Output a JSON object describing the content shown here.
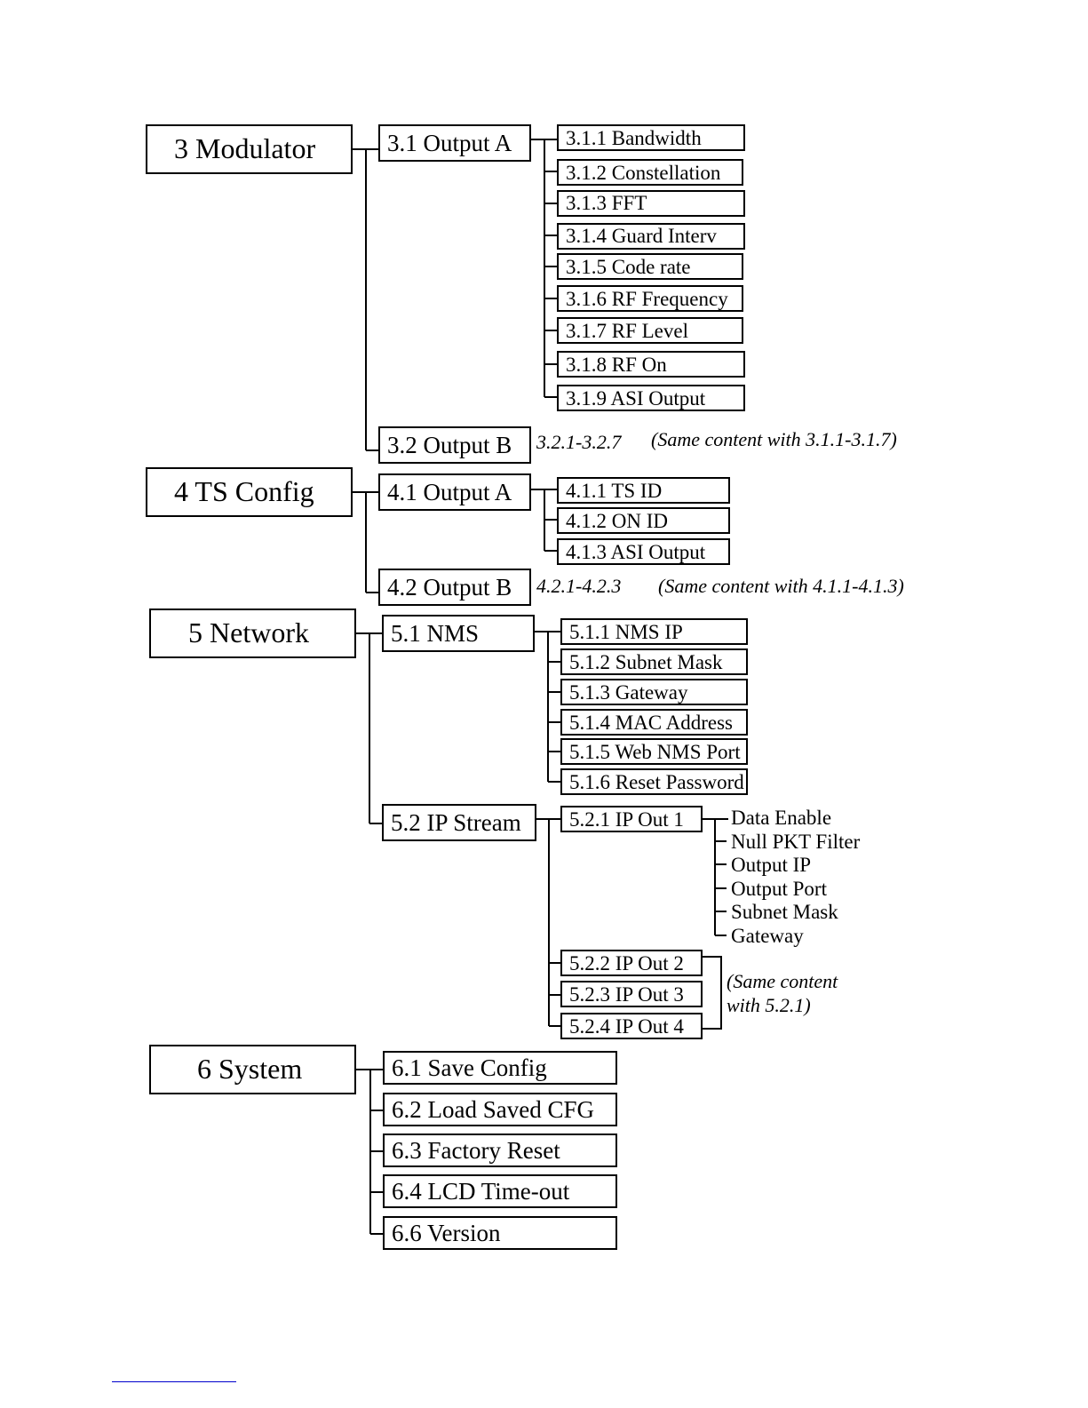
{
  "sections": {
    "modulator": {
      "title": "3 Modulator",
      "output_a": "3.1 Output A",
      "output_a_items": [
        "3.1.1 Bandwidth",
        "3.1.2 Constellation",
        "3.1.3 FFT",
        "3.1.4 Guard Interv",
        "3.1.5 Code rate",
        "3.1.6 RF Frequency",
        "3.1.7 RF Level",
        "3.1.8 RF On",
        "3.1.9 ASI Output"
      ],
      "output_b": "3.2 Output B",
      "output_b_range": "3.2.1-3.2.7",
      "output_b_note": "(Same content with 3.1.1-3.1.7)"
    },
    "ts_config": {
      "title": "4 TS Config",
      "output_a": "4.1 Output A",
      "output_a_items": [
        "4.1.1 TS ID",
        "4.1.2 ON ID",
        "4.1.3 ASI Output"
      ],
      "output_b": "4.2 Output B",
      "output_b_range": "4.2.1-4.2.3",
      "output_b_note": "(Same content with 4.1.1-4.1.3)"
    },
    "network": {
      "title": "5 Network",
      "nms": "5.1 NMS",
      "nms_items": [
        "5.1.1 NMS IP",
        "5.1.2 Subnet Mask",
        "5.1.3 Gateway",
        "5.1.4 MAC Address",
        "5.1.5 Web NMS Port",
        "5.1.6 Reset Password"
      ],
      "ip_stream": "5.2 IP Stream",
      "ip_out_1": "5.2.1 IP Out 1",
      "ip_out_1_items": [
        "Data Enable",
        "Null PKT Filter",
        "Output IP",
        "Output Port",
        "Subnet Mask",
        "Gateway"
      ],
      "ip_out_others": [
        "5.2.2 IP Out 2",
        "5.2.3 IP Out 3",
        "5.2.4 IP Out 4"
      ],
      "ip_out_note_line1": "(Same content",
      "ip_out_note_line2": "with 5.2.1)"
    },
    "system": {
      "title": "6 System",
      "items": [
        "6.1 Save Config",
        "6.2 Load Saved CFG",
        "6.3 Factory Reset",
        "6.4 LCD Time-out",
        "6.6 Version"
      ]
    }
  }
}
